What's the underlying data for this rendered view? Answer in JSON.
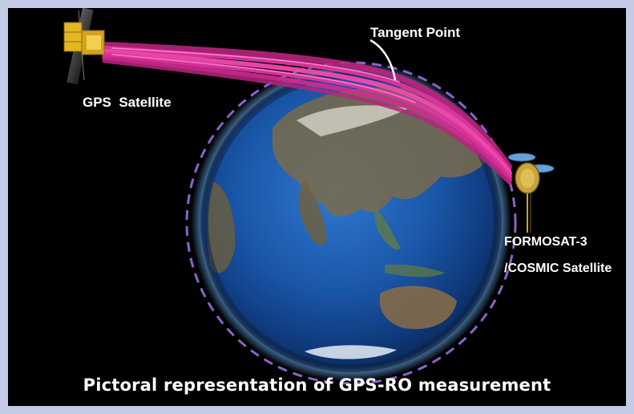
{
  "labels": {
    "tangent_point": "Tangent Point",
    "gps_satellite": "GPS  Satellite",
    "cosmic_line1": "FORMOSAT-3",
    "cosmic_line2": "/COSMIC Satellite"
  },
  "caption": "Pictoral representation of GPS-RO measurement",
  "colors": {
    "frame": "#c3cbe6",
    "background": "#000000",
    "signal": "#e0359f",
    "orbit": "#8a63c9",
    "ocean": "#1d5bb0"
  }
}
